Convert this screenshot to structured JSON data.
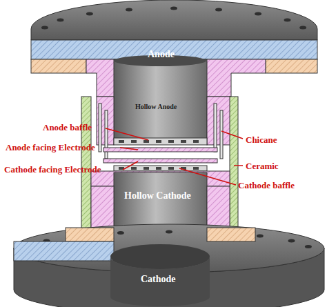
{
  "diagram": {
    "labels": [
      "Anode",
      "Hollow Anode",
      "Anode baffle",
      "Anode facing Electrode",
      "Cathode facing Electrode",
      "Chicane",
      "Ceramic",
      "Cathode baffle",
      "Hollow Cathode",
      "Cathode"
    ]
  }
}
